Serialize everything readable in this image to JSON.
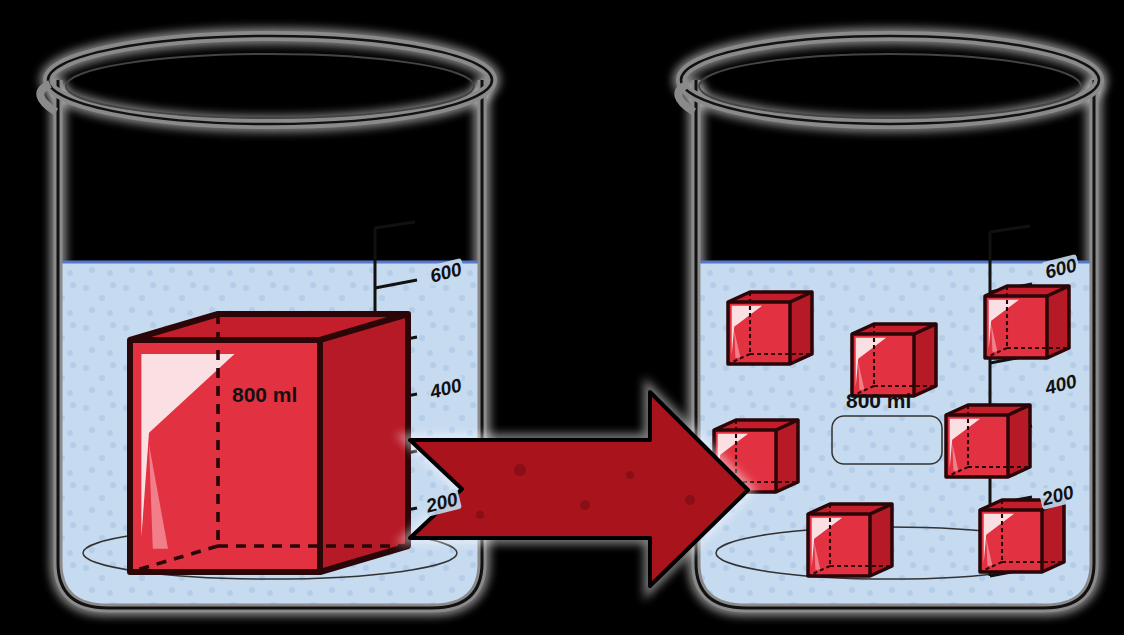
{
  "diagram": {
    "labels": [
      "600",
      "400",
      "200",
      "800 ml",
      "600",
      "400",
      "200",
      "800 ml"
    ]
  }
}
